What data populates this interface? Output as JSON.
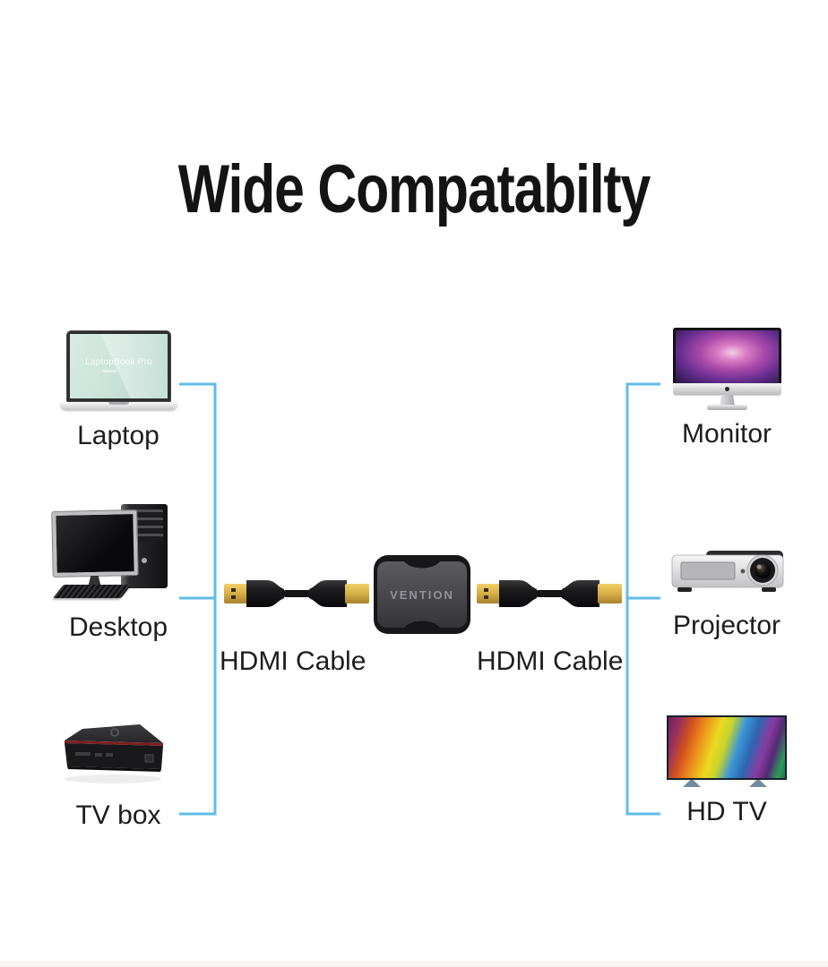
{
  "title": "Wide Compatabilty",
  "colors": {
    "connector_line": "#5fbde9",
    "title_text": "#141414",
    "label_text": "#1d1d1d",
    "gold_connector": "#d9b24a",
    "laptop_screen": "#c9e4da"
  },
  "devices": {
    "left": [
      {
        "id": "laptop",
        "label": "Laptop",
        "screen_text": "LaptopBook Pro"
      },
      {
        "id": "desktop",
        "label": "Desktop"
      },
      {
        "id": "tv-box",
        "label": "TV box"
      }
    ],
    "right": [
      {
        "id": "monitor",
        "label": "Monitor"
      },
      {
        "id": "projector",
        "label": "Projector"
      },
      {
        "id": "hd-tv",
        "label": "HD TV"
      }
    ]
  },
  "center": {
    "coupler_brand": "VENTION",
    "left_cable_label": "HDMI Cable",
    "right_cable_label": "HDMI Cable"
  }
}
